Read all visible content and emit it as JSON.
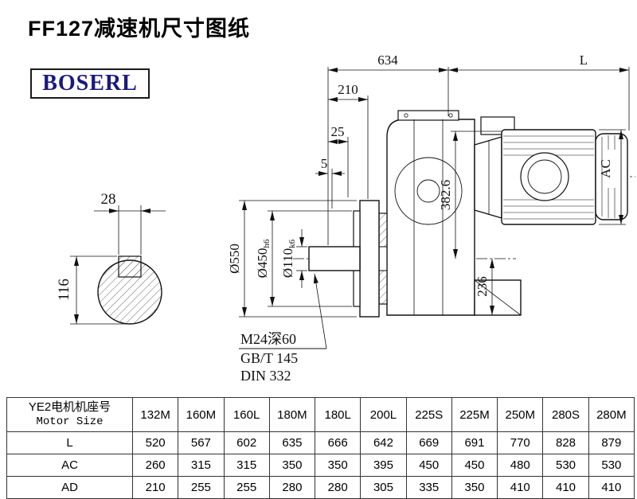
{
  "title": "FF127减速机尺寸图纸",
  "logo": "BOSERL",
  "drawing": {
    "dim_634": "634",
    "dim_L": "L",
    "dim_210": "210",
    "dim_25": "25",
    "dim_5": "5",
    "dim_28": "28",
    "dim_116": "116",
    "dia_550": "Ø550",
    "dia_450": "Ø450",
    "dia_450_tol": "h6",
    "dia_110": "Ø110",
    "dia_110_tol": "k6",
    "dim_382_6": "382.6",
    "dim_236": "236",
    "dim_AC": "AC",
    "note_line1": "M24深60",
    "note_line2": "GB/T 145",
    "note_line3": "DIN 332"
  },
  "table": {
    "header_cn": "YE2电机机座号",
    "header_en": "Motor Size",
    "sizes": [
      "132M",
      "160M",
      "160L",
      "180M",
      "180L",
      "200L",
      "225S",
      "225M",
      "250M",
      "280S",
      "280M"
    ],
    "rows": [
      {
        "label": "L",
        "values": [
          "520",
          "567",
          "602",
          "635",
          "666",
          "642",
          "669",
          "691",
          "770",
          "828",
          "879"
        ]
      },
      {
        "label": "AC",
        "values": [
          "260",
          "315",
          "315",
          "350",
          "350",
          "395",
          "450",
          "450",
          "480",
          "530",
          "530"
        ]
      },
      {
        "label": "AD",
        "values": [
          "210",
          "255",
          "255",
          "280",
          "280",
          "305",
          "335",
          "350",
          "410",
          "410",
          "410"
        ]
      }
    ]
  }
}
